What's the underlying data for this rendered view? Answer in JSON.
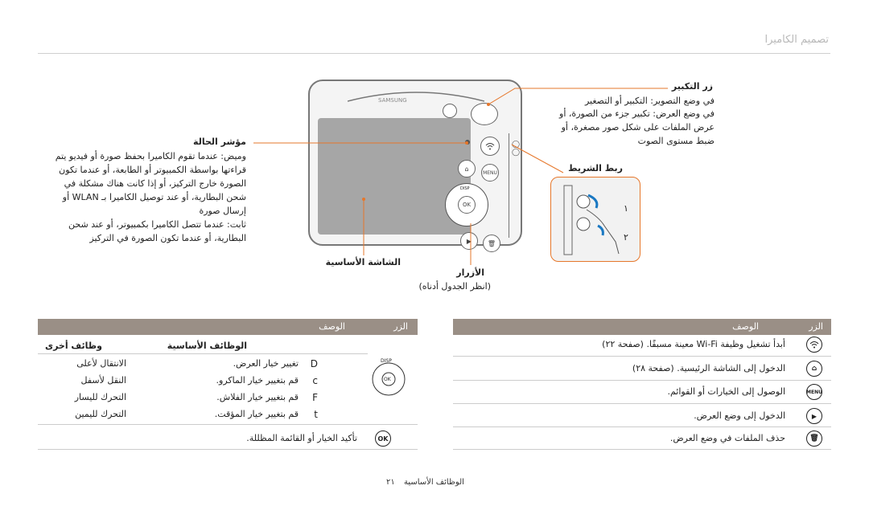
{
  "header": {
    "title": "تصميم الكاميرا"
  },
  "camera": {
    "brand": "SAMSUNG",
    "disp": "DISP",
    "ok": "OK",
    "menu": "MENU"
  },
  "zoom": {
    "title": "زر التكبير",
    "l1": "في وضع التصوير: التكبير أو التصغير",
    "l2": "في وضع العرض: تكبير جزء من الصورة، أو",
    "l3": "عرض الملفات على شكل صور مصغرة، أو",
    "l4": "ضبط مستوى الصوت"
  },
  "strap": {
    "title": "ربط الشريط",
    "n1": "١",
    "n2": "٢"
  },
  "status": {
    "title": "مؤشر الحالة",
    "l1": "وميض: عندما تقوم الكاميرا بحفظ صورة أو فيديو يتم",
    "l2": "قراءتها بواسطة الكمبيوتر أو الطابعة، أو عندما تكون",
    "l3": "الصورة خارج التركيز، أو إذا كانت هناك مشكلة في",
    "l4": "شحن البطارية، أو عند توصيل الكاميرا بـ WLAN أو",
    "l5": "إرسال صورة",
    "l6": "ثابت: عندما تتصل الكاميرا بكمبيوتر، أو عند شحن",
    "l7": "البطارية، أو عندما تكون الصورة في التركيز"
  },
  "screen_label": "الشاشة الأساسية",
  "buttons_label": {
    "title": "الأزرار",
    "sub": "(انظر الجدول أدناه)"
  },
  "left_table": {
    "h_btn": "الزر",
    "h_desc": "الوصف",
    "sub_basic": "الوظائف الأساسية",
    "sub_other": "وظائف أخرى",
    "rows": [
      {
        "key": "D",
        "basic": "تغيير خيار العرض.",
        "other": "الانتقال لأعلى"
      },
      {
        "key": "c",
        "basic": "قم بتغيير خيار الماكرو.",
        "other": "النقل لأسفل"
      },
      {
        "key": "F",
        "basic": "قم بتغيير خيار الفلاش.",
        "other": "التحرك لليسار"
      },
      {
        "key": "t",
        "basic": "قم بتغيير خيار المؤقت.",
        "other": "التحرك لليمين"
      }
    ],
    "ok_text": "تأكيد الخيار أو القائمة المظللة."
  },
  "right_table": {
    "h_btn": "الزر",
    "h_desc": "الوصف",
    "rows": [
      {
        "icon": "wifi-icon",
        "text": "أبدأ تشغيل وظيفة Wi-Fi معينة مسبقًا. (صفحة ٢٢)"
      },
      {
        "icon": "home-icon",
        "text": "الدخول إلى الشاشة الرئيسية. (صفحة ٢٨)"
      },
      {
        "icon": "menu-icon",
        "text": "الوصول إلى الخيارات أو القوائم."
      },
      {
        "icon": "play-icon",
        "text": "الدخول إلى وضع العرض."
      },
      {
        "icon": "trash-icon",
        "text": "حذف الملفات في وضع العرض."
      }
    ]
  },
  "footer": {
    "text": "الوظائف الأساسية",
    "page": "٢١"
  }
}
